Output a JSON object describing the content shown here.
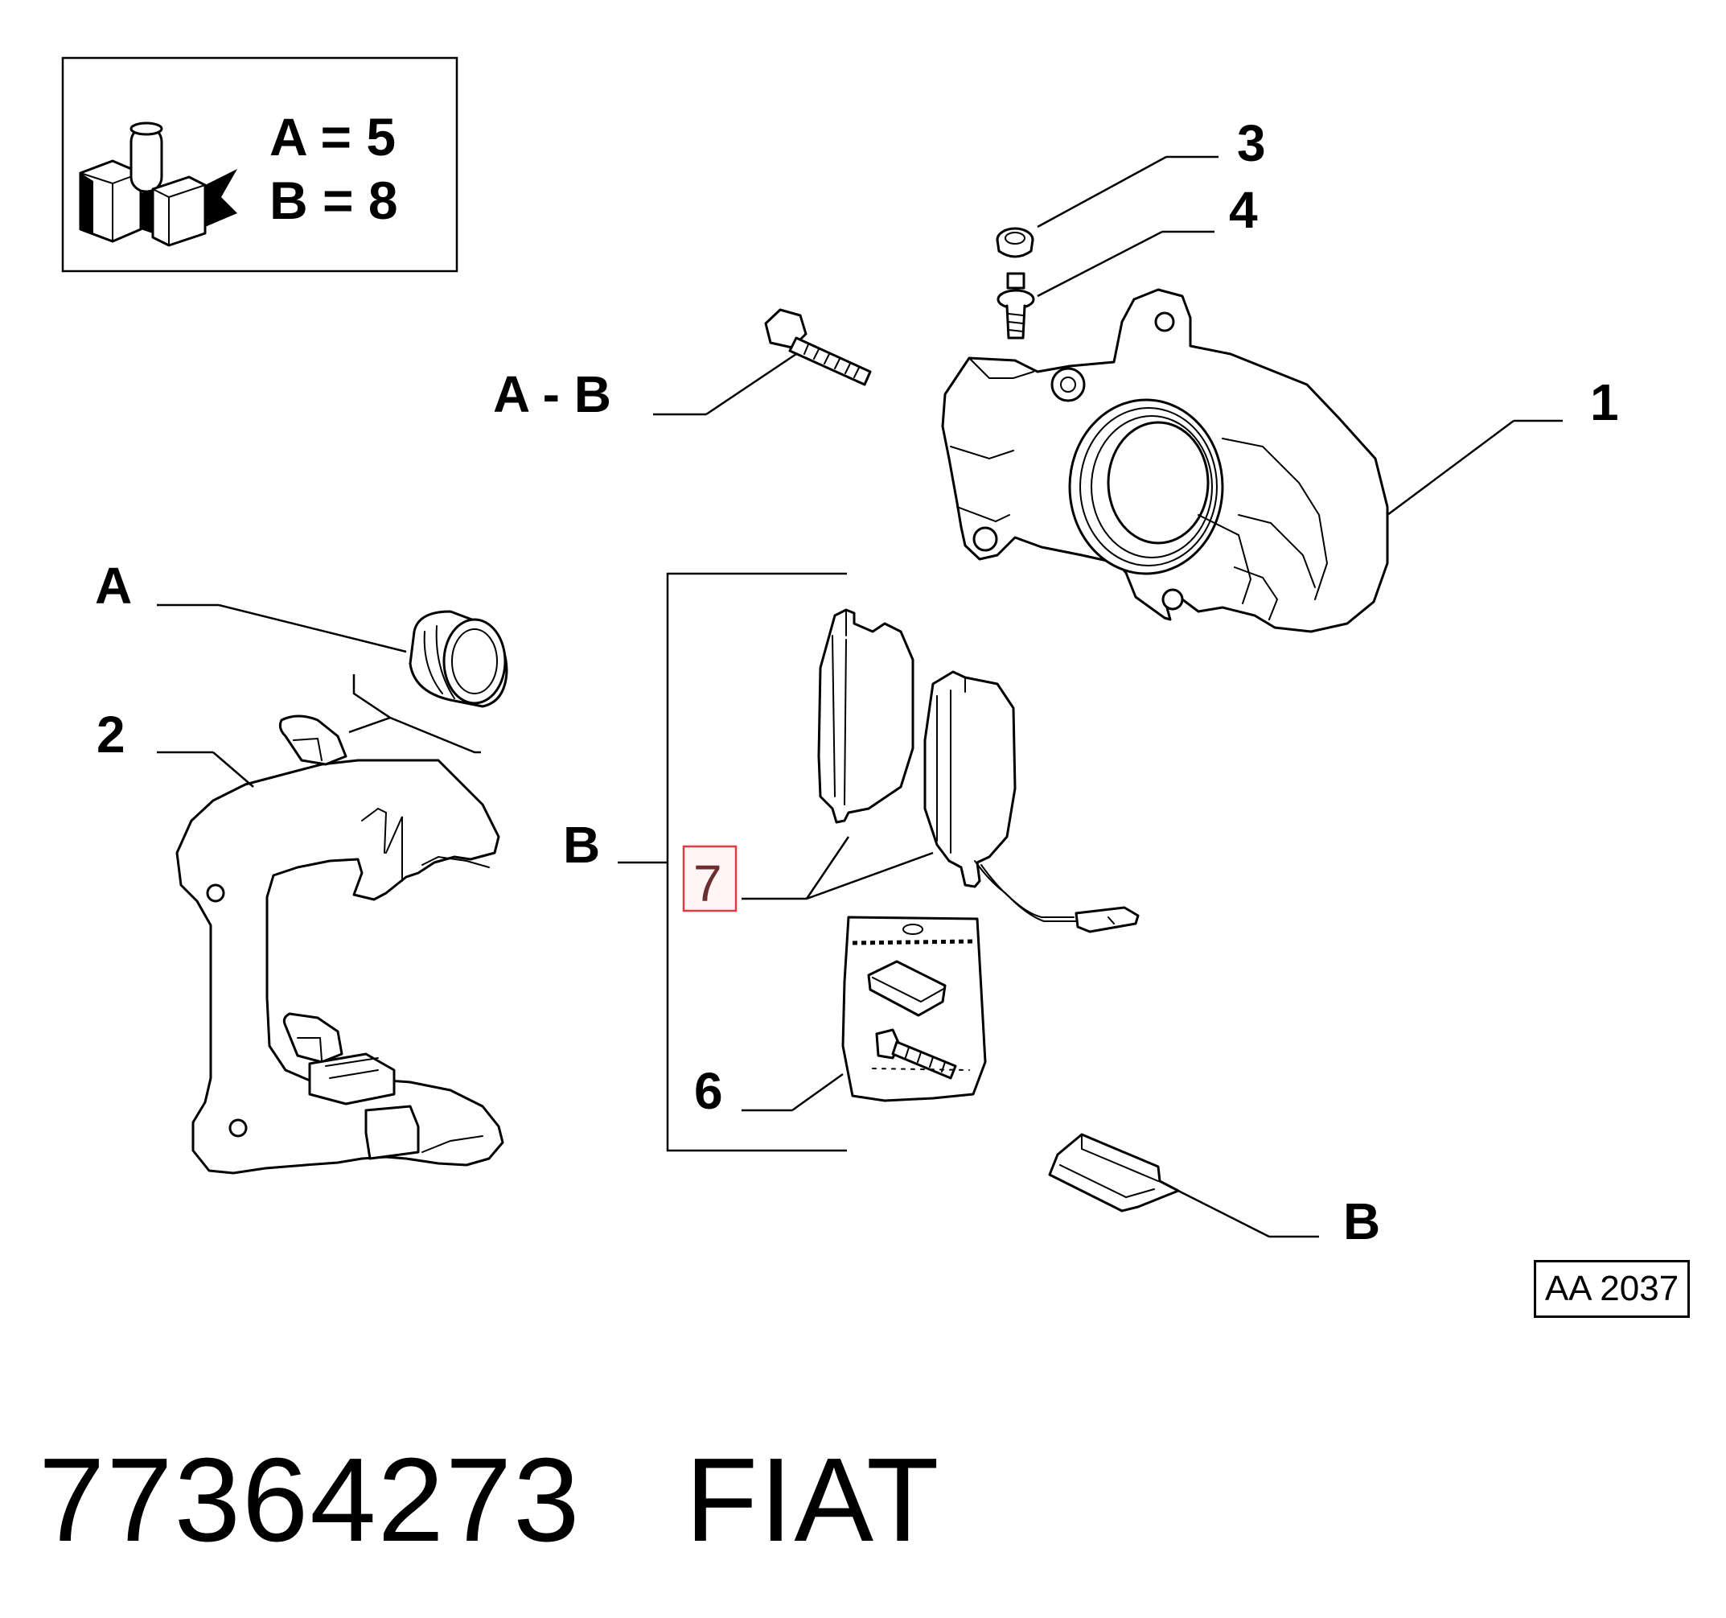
{
  "legend": {
    "line_a": "A = 5",
    "line_b": "B = 8"
  },
  "callouts": {
    "p1": "1",
    "p2": "2",
    "p3": "3",
    "p4": "4",
    "p6": "6",
    "p7": "7",
    "ab": "A - B",
    "a": "A",
    "b_bracket": "B",
    "b_clip": "B"
  },
  "reference_code": "AA 2037",
  "footer": {
    "part_number": "77364273",
    "brand": "FIAT"
  },
  "highlight_color": "#e63946"
}
